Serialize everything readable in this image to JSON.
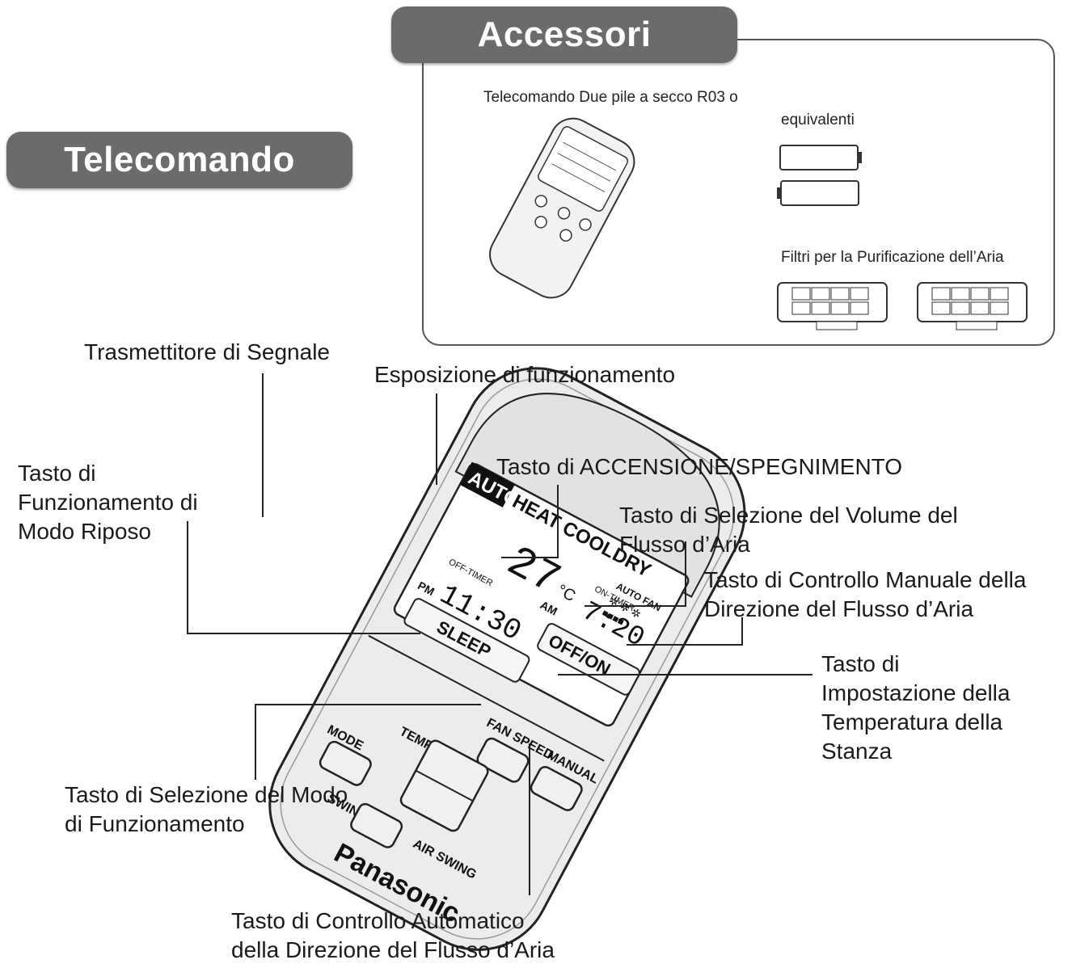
{
  "headers": {
    "accessori": "Accessori",
    "telecomando": "Telecomando"
  },
  "accessories": {
    "line1": "Telecomando Due pile a secco R03 o",
    "line2": "equivalenti",
    "filters": "Filtri per la Purificazione dell’Aria"
  },
  "labels": {
    "transmitter": "Trasmettitore di Segnale",
    "display": "Esposizione di funzionamento",
    "sleep": [
      "Tasto di",
      "Funzionamento di",
      "Modo Riposo"
    ],
    "power": "Tasto di ACCENSIONE/SPEGNIMENTO",
    "fan_speed": [
      "Tasto di Selezione del Volume del",
      "Flusso d’Aria"
    ],
    "manual": [
      "Tasto di Controllo Manuale della",
      "Direzione del Flusso d’Aria"
    ],
    "temp": [
      "Tasto di",
      "Impostazione della",
      "Temperatura della",
      "Stanza"
    ],
    "mode": [
      "Tasto di Selezione del Modo",
      "di Funzionamento"
    ],
    "swing": [
      "Tasto di Controllo Automatico",
      "della Direzione del Flusso d’Aria"
    ]
  },
  "remote": {
    "brand": "Panasonic",
    "modes": [
      "AUTO",
      "HEAT",
      "COOL",
      "DRY"
    ],
    "auto_fan": "AUTO FAN",
    "temperature": "27",
    "unit": "°C",
    "off_timer_label": "OFF-TIMER",
    "off_timer_value": "11:30",
    "on_timer_label": "ON-TIMER",
    "on_timer_value": "7:20",
    "pm": "PM",
    "am": "AM",
    "off_on": "OFF/ON",
    "sleep": "SLEEP",
    "fan_speed": "FAN SPEED",
    "manual": "MANUAL",
    "temp": "TEMP.",
    "mode": "MODE",
    "swing": "SWING",
    "air_swing": "AIR SWING"
  }
}
